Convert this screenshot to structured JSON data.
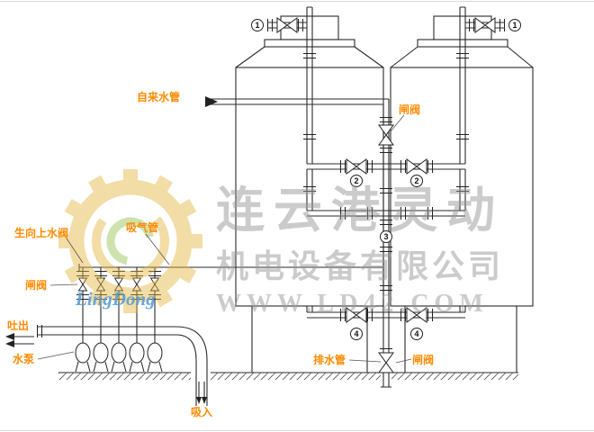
{
  "watermark": {
    "logo_text": "LingDong",
    "brand_large": "连云港灵动",
    "brand_small": "机电设备有限公司",
    "website": "WWW.LD42.COM"
  },
  "labels": {
    "tap_water_pipe": "自来水管",
    "gate_valve_center": "闸阀",
    "riser_water_valve": "生向上水阀",
    "air_suction_pipe": "吸气管",
    "gate_valve_pump": "闸阀",
    "discharge_out": "吐出",
    "water_pump": "水泵",
    "drain_pipe": "排水管",
    "gate_valve_drain": "闸阀",
    "suction_in": "吸入"
  },
  "valve_numbers": {
    "n1": "1",
    "n2": "2",
    "n3": "3",
    "n4": "4"
  },
  "icons": {
    "gear_logo": "gear-logo-icon",
    "gate_valve": "gate-valve-icon",
    "flange": "flange-icon",
    "pump": "pump-icon"
  },
  "colors": {
    "label_orange": "#ff8a00",
    "line": "#2a2a2a",
    "watermark_gray": "#999999",
    "logo_yellow": "#e3b43b",
    "logo_green": "#93c04d",
    "logo_blue": "#5a9fd4"
  }
}
